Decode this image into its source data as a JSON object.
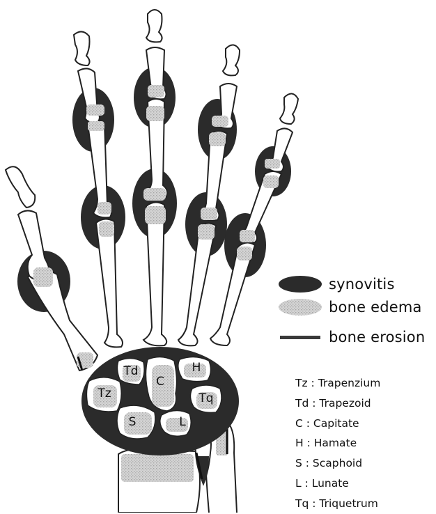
{
  "legend": [
    {
      "id": "synovitis",
      "label": "synovitis",
      "color": "#2b2b2b"
    },
    {
      "id": "bone-edema",
      "label": "bone edema",
      "color": "#c9c9c9"
    },
    {
      "id": "bone-erosion",
      "label": "bone erosion",
      "color": "#3a3a3a"
    }
  ],
  "carpal_labels": {
    "tz": "Tz",
    "td": "Td",
    "c": "C",
    "h": "H",
    "s": "S",
    "l": "L",
    "tq": "Tq"
  },
  "key": [
    {
      "abbr": "Tz",
      "sep": " : ",
      "name": "Trapenzium"
    },
    {
      "abbr": "Td",
      "sep": " : ",
      "name": "Trapezoid"
    },
    {
      "abbr": "C",
      "sep": " : ",
      "name": "Capitate"
    },
    {
      "abbr": "H",
      "sep": " : ",
      "name": "Hamate"
    },
    {
      "abbr": "S",
      "sep": " : ",
      "name": "Scaphoid"
    },
    {
      "abbr": "L",
      "sep": " : ",
      "name": "Lunate"
    },
    {
      "abbr": "Tq",
      "sep": " : ",
      "name": "Triquetrum"
    }
  ]
}
